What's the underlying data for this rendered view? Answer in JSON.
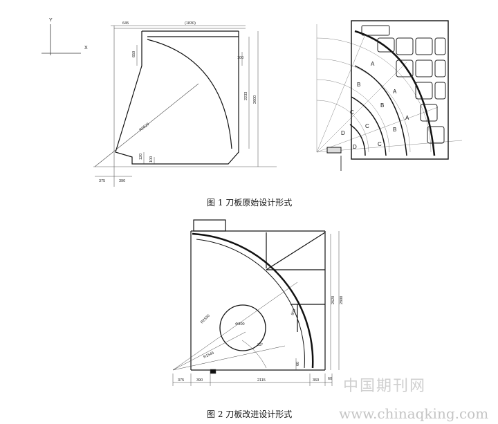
{
  "figure1": {
    "caption": "图 1  刀板原始设计形式",
    "axes": {
      "y": "Y",
      "x": "X"
    },
    "dims": {
      "top_left": "645",
      "top_main": "(1830)",
      "left_v": "650",
      "small_right": "100",
      "right_inner": "2233",
      "right_outer": "2600",
      "radius": "R2520",
      "bottom_v1": "120",
      "bottom_v2": "100",
      "bottom_h1": "375",
      "bottom_h2": "390"
    },
    "zone_labels": [
      "A",
      "B",
      "C",
      "D"
    ]
  },
  "figure2": {
    "caption": "图 2  刀板改进设计形式",
    "dims": {
      "radius": "R2530",
      "circle": "Φ800",
      "inner_radius": "R1545",
      "angle": "33°",
      "rim": "800",
      "height_inner": "2620",
      "height_outer": "2800",
      "small_v": "60",
      "bottom_1": "375",
      "bottom_2": "390",
      "bottom_3": "2115",
      "bottom_4": "360",
      "bottom_5": "60"
    }
  },
  "watermark": {
    "cn": "中国期刊网",
    "url": "www.chinaqking.com"
  }
}
